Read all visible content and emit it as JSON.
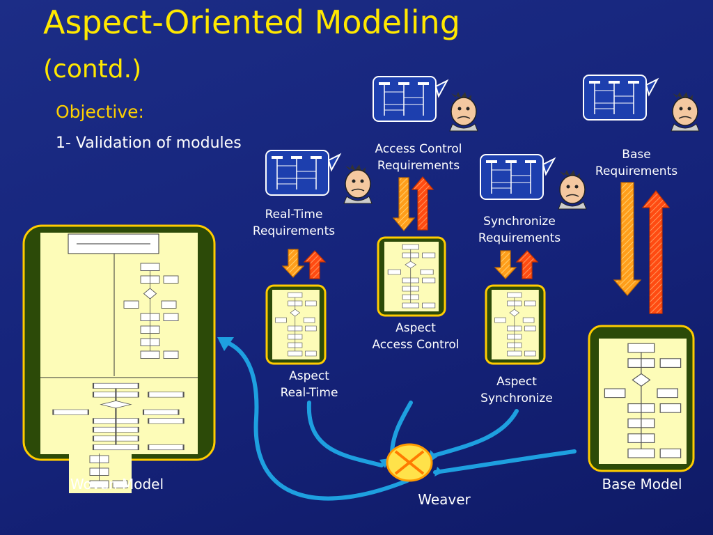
{
  "slide": {
    "title": "Aspect-Oriented Modeling",
    "subtitle": "(contd.)",
    "objective_heading": "Objective:",
    "objective_item": "1- Validation of modules"
  },
  "requirements": {
    "real_time": [
      "Real-Time",
      "Requirements"
    ],
    "access_control": [
      "Access Control",
      "Requirements"
    ],
    "synchronize": [
      "Synchronize",
      "Requirements"
    ],
    "base": [
      "Base",
      "Requirements"
    ]
  },
  "aspects": {
    "real_time": [
      "Aspect",
      "Real-Time"
    ],
    "access_control": [
      "Aspect",
      "Access Control"
    ],
    "synchronize": [
      "Aspect",
      "Synchronize"
    ]
  },
  "models": {
    "woven": "Woven Model",
    "base": "Base Model",
    "weaver": "Weaver"
  },
  "colors": {
    "title": "#ffe800",
    "frame": "#ffcc00",
    "panel": "#fdfcb8",
    "connector": "#1ea0e0",
    "arrow_down": "#ff9e1b",
    "arrow_up": "#ff4b12"
  }
}
